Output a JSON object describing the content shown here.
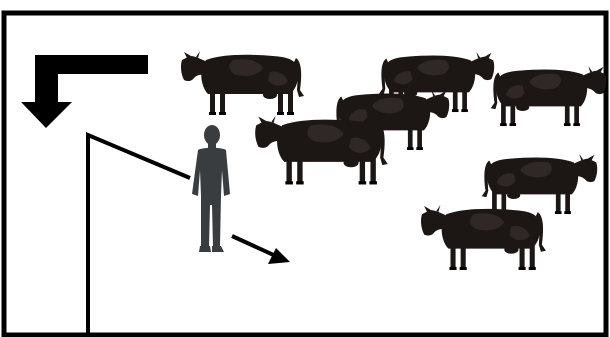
{
  "diagram": {
    "colors": {
      "background": "#ffffff",
      "frame": "#000000",
      "arrow": "#000000",
      "path_line": "#000000",
      "person": "#3a3d40",
      "cow_body": "#1c1614",
      "cow_patch": "#2f2826"
    },
    "elements": {
      "corner_arrow": {
        "icon": "turn-down-arrow-icon",
        "direction": "down"
      },
      "handler": {
        "icon": "standing-person-icon"
      },
      "motion_arrow": {
        "icon": "diagonal-arrow-icon",
        "direction": "down-right"
      },
      "cattle": {
        "icon": "cow-icon",
        "count": 7
      }
    }
  }
}
